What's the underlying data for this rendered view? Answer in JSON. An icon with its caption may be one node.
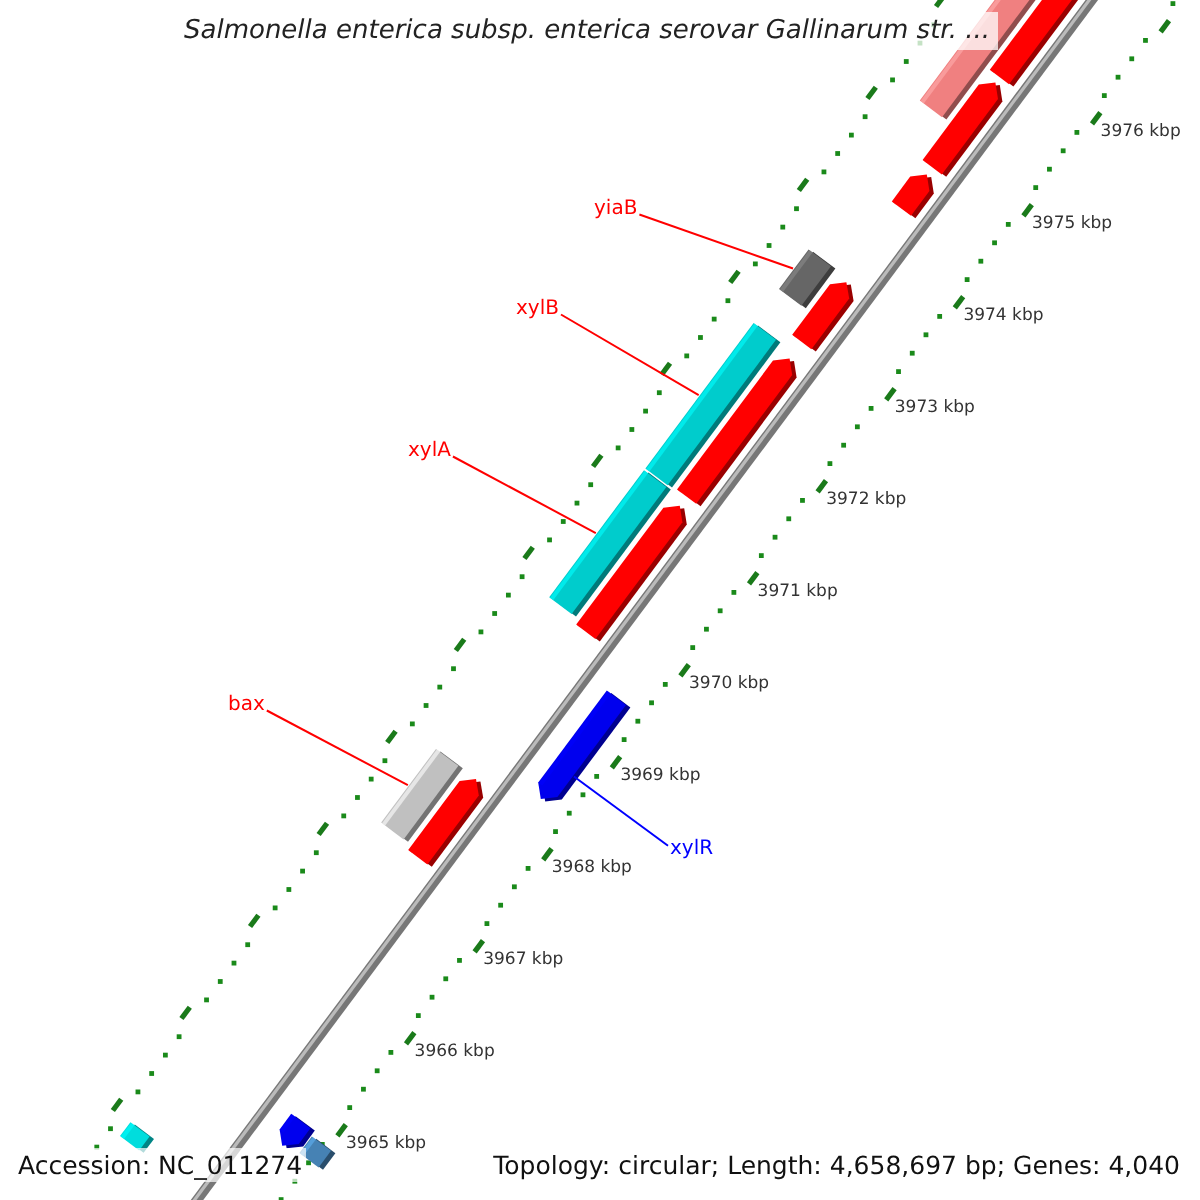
{
  "diagram": {
    "title": "Salmonella enterica subsp. enterica serovar Gallinarum str. ...",
    "nodes": [
      {
        "text": [
          "yiaB"
        ]
      },
      {
        "text": [],
        "shape": "bar"
      },
      {
        "text": [
          "xylB"
        ]
      },
      {
        "text": [],
        "shape": "bar"
      },
      {
        "text": [
          "xylA"
        ]
      },
      {
        "text": [],
        "shape": "bar"
      },
      {
        "text": [
          "bax"
        ]
      },
      {
        "text": [],
        "shape": "bar"
      },
      {
        "text": [
          "xylR"
        ]
      },
      {
        "text": [],
        "shape": "bar"
      },
      {
        "text": [],
        "shape": "bar"
      },
      {
        "text": [],
        "shape": "bar"
      },
      {
        "text": [],
        "shape": "bar"
      },
      {
        "text": [],
        "shape": "bar"
      },
      {
        "text": [],
        "shape": "bar"
      },
      {
        "text": [],
        "shape": "bar"
      },
      {
        "text": [],
        "shape": "bar"
      },
      {
        "text": [],
        "shape": "bar"
      },
      {
        "text": [],
        "shape": "bar"
      },
      {
        "text": [],
        "shape": "bar"
      },
      {
        "text": [],
        "shape": "bar"
      }
    ],
    "edges": [
      {
        "from": 0,
        "to": 1,
        "arrow": "none"
      },
      {
        "from": 2,
        "to": 3,
        "arrow": "none"
      },
      {
        "from": 4,
        "to": 5,
        "arrow": "none"
      },
      {
        "from": 6,
        "to": 7,
        "arrow": "none"
      },
      {
        "from": 8,
        "to": 9,
        "arrow": "none",
        "color": "#0000ff"
      }
    ],
    "labels": [
      "3976 kbp",
      "3975 kbp",
      "3974 kbp",
      "3973 kbp",
      "3972 kbp",
      "3971 kbp",
      "3970 kbp",
      "3969 kbp",
      "3968 kbp",
      "3967 kbp",
      "3966 kbp",
      "3965 kbp",
      "Accession: NC_011274",
      "Topology: circular; Length: 4,658,697 bp; Genes: 4,040"
    ]
  }
}
